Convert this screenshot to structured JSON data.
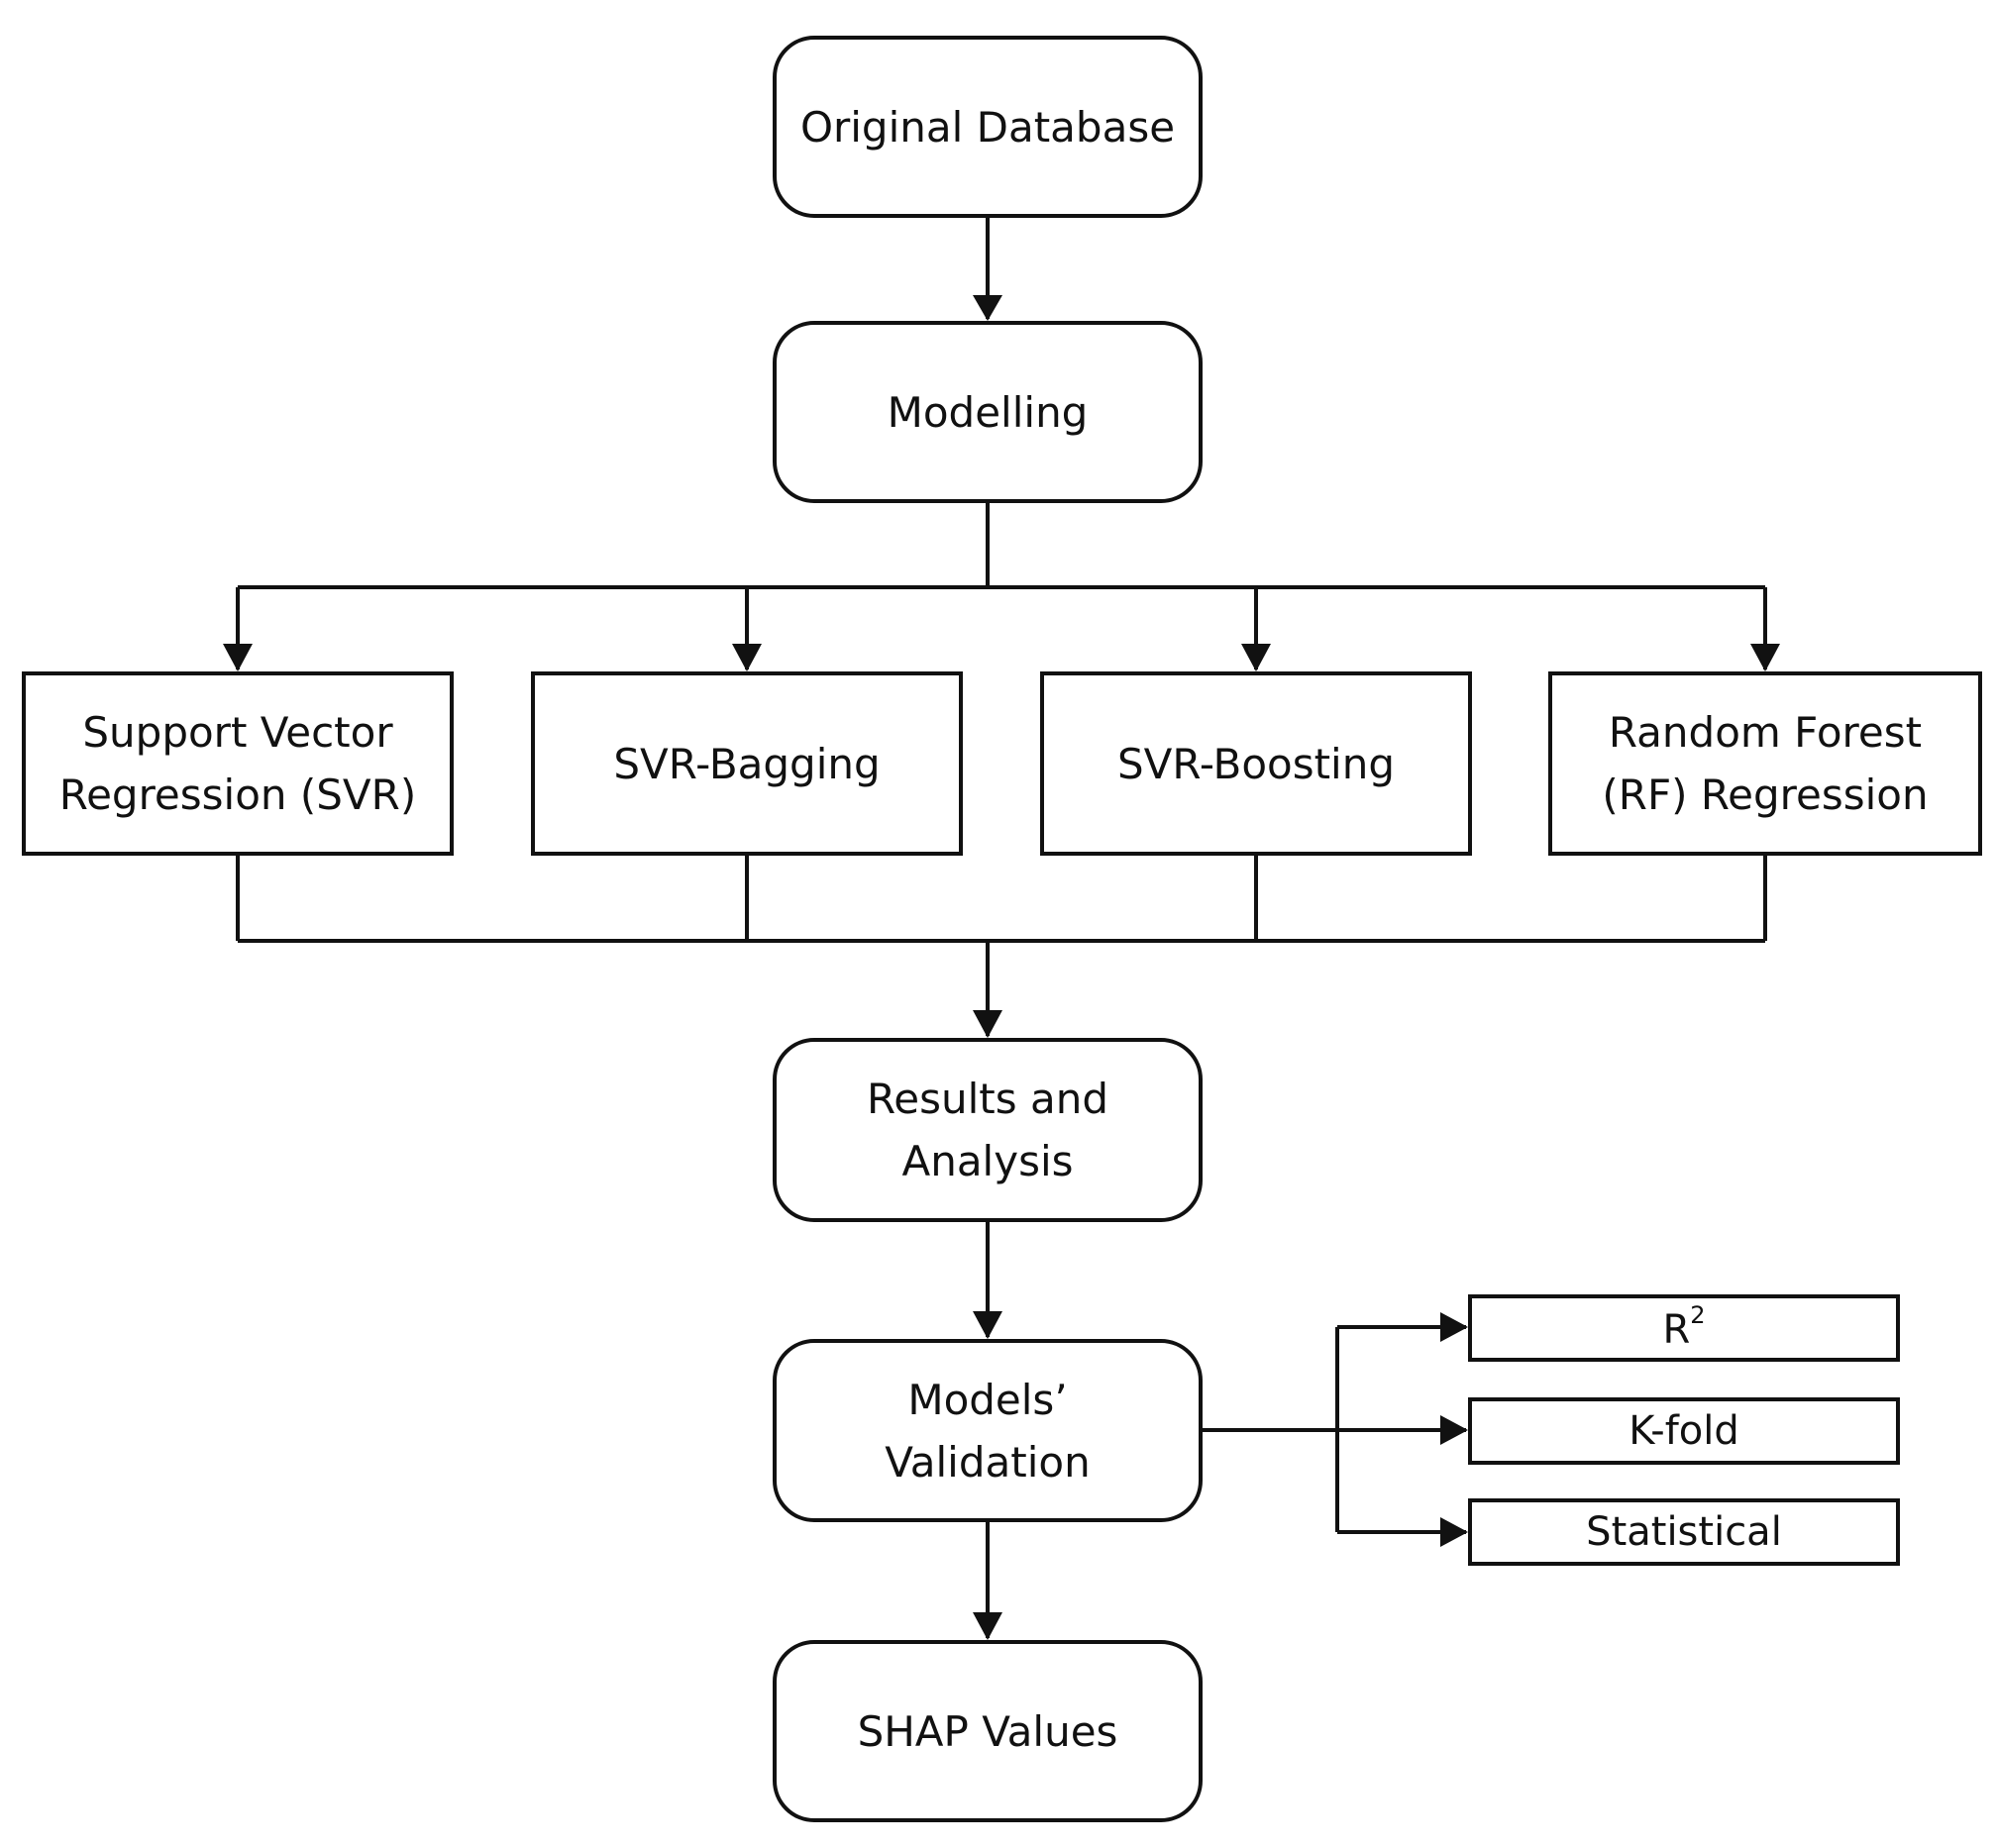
{
  "nodes": {
    "original_database": "Original Database",
    "modelling": "Modelling",
    "svr": "Support Vector\nRegression (SVR)",
    "svr_bagging": "SVR-Bagging",
    "svr_boosting": "SVR-Boosting",
    "rf": "Random Forest\n(RF) Regression",
    "results": "Results and\nAnalysis",
    "validation": "Models’\nValidation",
    "shap": "SHAP Values"
  },
  "metrics": {
    "r2_base": "R",
    "r2_sup": "2",
    "kfold": "K-fold",
    "statistical": "Statistical"
  }
}
